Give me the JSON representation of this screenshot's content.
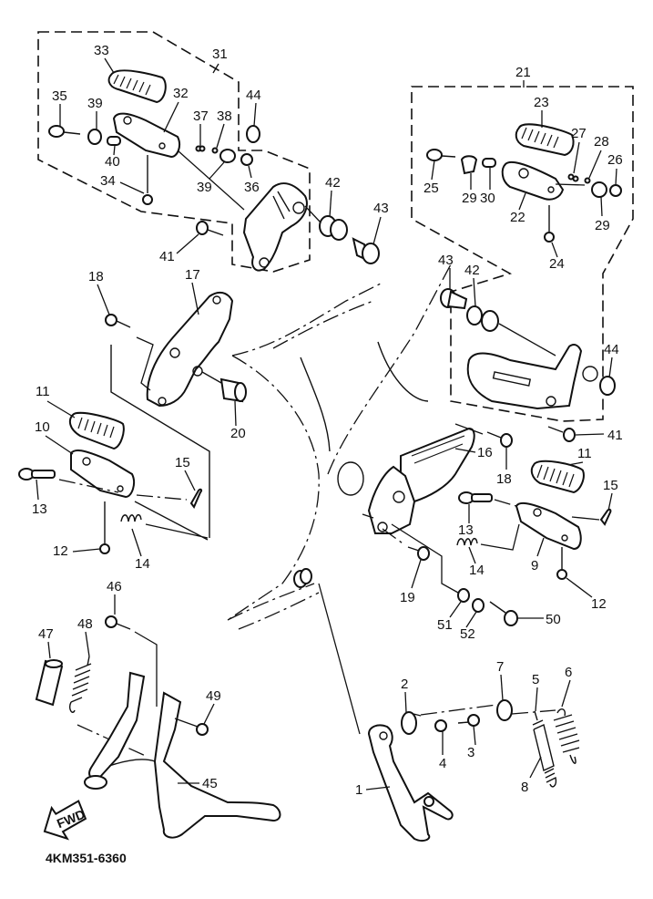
{
  "diagram": {
    "title_code": "4KM351-6360",
    "fwd_arrow_label": "FWD",
    "groups": [
      {
        "id": "31",
        "label": "31",
        "description": "left rear footrest assembly (dashed group)"
      },
      {
        "id": "21",
        "label": "21",
        "description": "right rear footrest assembly (dashed group)"
      }
    ],
    "part_labels": {
      "p1": "1",
      "p2": "2",
      "p3": "3",
      "p4": "4",
      "p5": "5",
      "p6": "6",
      "p7": "7",
      "p8": "8",
      "p9": "9",
      "p10": "10",
      "p11a": "11",
      "p11b": "11",
      "p12a": "12",
      "p12b": "12",
      "p13a": "13",
      "p13b": "13",
      "p14a": "14",
      "p14b": "14",
      "p15a": "15",
      "p15b": "15",
      "p16": "16",
      "p17": "17",
      "p18a": "18",
      "p18b": "18",
      "p19": "19",
      "p20": "20",
      "p21": "21",
      "p22": "22",
      "p23": "23",
      "p24": "24",
      "p25": "25",
      "p26": "26",
      "p27": "27",
      "p28": "28",
      "p29a": "29",
      "p29b": "29",
      "p30": "30",
      "p31": "31",
      "p32": "32",
      "p33": "33",
      "p34": "34",
      "p35": "35",
      "p36": "36",
      "p37": "37",
      "p38": "38",
      "p39a": "39",
      "p39b": "39",
      "p40": "40",
      "p41a": "41",
      "p41b": "41",
      "p42a": "42",
      "p42b": "42",
      "p43a": "43",
      "p43b": "43",
      "p44a": "44",
      "p44b": "44",
      "p45": "45",
      "p46": "46",
      "p47": "47",
      "p48": "48",
      "p49": "49",
      "p50": "50",
      "p51": "51",
      "p52": "52"
    }
  }
}
